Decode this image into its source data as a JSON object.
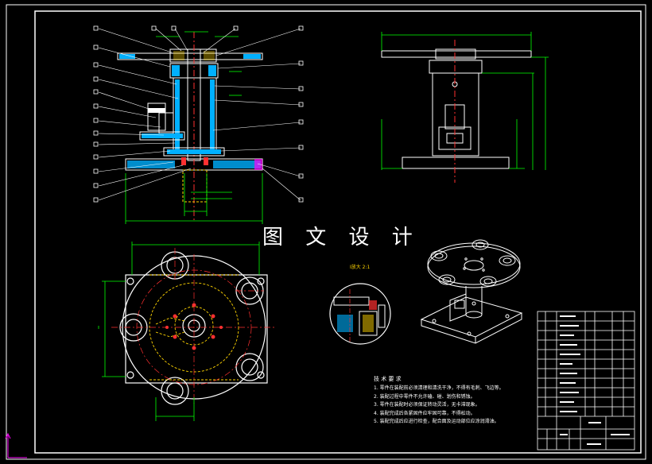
{
  "drawing": {
    "watermark_title": "图 文 设 计",
    "detail_label": "I放大 2:1",
    "tech_requirements_title": "技 术 要 求",
    "tech_requirements": [
      "1. 零件在装配前必须清理和清洗干净，不得有毛刺、飞边等。",
      "2. 装配过程中零件不允许磕、碰、划伤和锈蚀。",
      "3. 零件在装配时必须保证转动灵活，无卡滞现象。",
      "4. 装配完成后各紧固件应牢固可靠，不得松动。",
      "5. 装配完成后应进行检查，配合面及运动部位应涂润滑油。"
    ]
  },
  "colors": {
    "background": "#000000",
    "frame": "#ffffff",
    "outline": "#ffffff",
    "dimension": "#00ff00",
    "hatch": "#00b0ff",
    "center": "#ff3030",
    "hidden": "#ffd400",
    "accent": "#ff00ff"
  }
}
